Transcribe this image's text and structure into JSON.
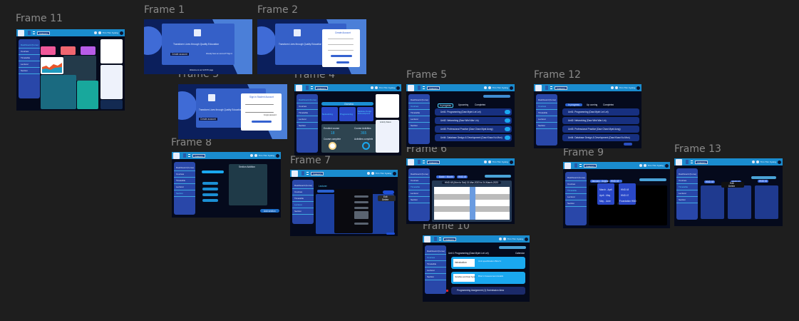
{
  "canvas": {
    "background": "#1e1e1e"
  },
  "frames": [
    {
      "id": "frame-11",
      "label": "Frame 11"
    },
    {
      "id": "frame-1",
      "label": "Frame 1"
    },
    {
      "id": "frame-2",
      "label": "Frame 2"
    },
    {
      "id": "frame-3",
      "label": "Frame 3"
    },
    {
      "id": "frame-4",
      "label": "Frame 4"
    },
    {
      "id": "frame-5",
      "label": "Frame 5"
    },
    {
      "id": "frame-12",
      "label": "Frame 12"
    },
    {
      "id": "frame-8",
      "label": "Frame 8"
    },
    {
      "id": "frame-7",
      "label": "Frame 7"
    },
    {
      "id": "frame-6",
      "label": "Frame 6"
    },
    {
      "id": "frame-9",
      "label": "Frame 9"
    },
    {
      "id": "frame-13",
      "label": "Frame 13"
    },
    {
      "id": "frame-10",
      "label": "Frame 10"
    }
  ],
  "app": {
    "brand": "GUSTO",
    "category_select": "Category",
    "sidebar": [
      "Dashboard (home)",
      "Courses",
      "Timetable",
      "Lecturer",
      "Section"
    ],
    "user_name": "Thin Thin Kyaing"
  },
  "login": {
    "tagline": "Transform Lives through Quality Education",
    "create_account": "Create account",
    "already": "Already have an account? Sign in",
    "footer": "Welcome to our GUSTO page",
    "register_title": "Create Account",
    "signin_title": "Sign in Student Account",
    "signin_button": "Sign in",
    "forgot": "Forgot password"
  },
  "frame4": {
    "overview": "Overview",
    "cards": [
      "Networking",
      "Programming",
      "Database Design & Development"
    ],
    "enrolled_label": "Enrolled course",
    "enrolled_value": "18",
    "activities_label": "Course Activities",
    "activities_value": "365",
    "course_complete": "Course complete",
    "activities_complete": "Activities complete",
    "activity_status": "Activity Status"
  },
  "frame5": {
    "tabs": [
      "In progress",
      "Upcoming",
      "Completed"
    ],
    "courses": [
      "Unit1: Programming (Daw Myint Lei Lei)",
      "Unit2: Networking (Daw Wint War Lin)",
      "Unit3: Professional Practice (Daw Chaw Myat Aung)",
      "Unit4: Database Design & Development (Daw Khaw Nu Mon)"
    ],
    "go": "Go"
  },
  "frame6": {
    "banner": "HND 48 (Mon to Sat) 13-Mar-2023 to 24-March-2023",
    "filter1": "Batch / Month",
    "filter2": "HND 48"
  },
  "frame7": {
    "title": "Lecturer",
    "add_button": "Add",
    "menu": [
      "Edit",
      "Delete"
    ]
  },
  "frame8": {
    "dialog_title": "Section Addition",
    "add_section": "Add section"
  },
  "frame9": {
    "chip1": "January - August",
    "chip2": "HND 48",
    "list1": [
      "March - April",
      "April - May",
      "May - June"
    ],
    "list2": [
      "HND 48",
      "HND 47",
      "Foundation HND"
    ],
    "placeholder": "Timetable - table"
  },
  "frame10": {
    "unit_title": "Unit 1 Programming (Daw Myint Lei Lei)",
    "calendar_label": "Calendar",
    "sections": [
      {
        "left": "Introduction",
        "right": "Unit specification Brief 1"
      },
      {
        "left": "Variables and Data Types",
        "right": "Brief 2 Assessment details"
      }
    ],
    "assignment": "Programming Assignment (1) Submission Area"
  },
  "frame12": {
    "tabs": [
      "In progress",
      "Up coming",
      "Completed"
    ],
    "add": "Add"
  },
  "frame13": {
    "heads": [
      "HND 48",
      "HND 47",
      "HND 46"
    ],
    "menu": [
      "Edit",
      "Delete"
    ]
  }
}
